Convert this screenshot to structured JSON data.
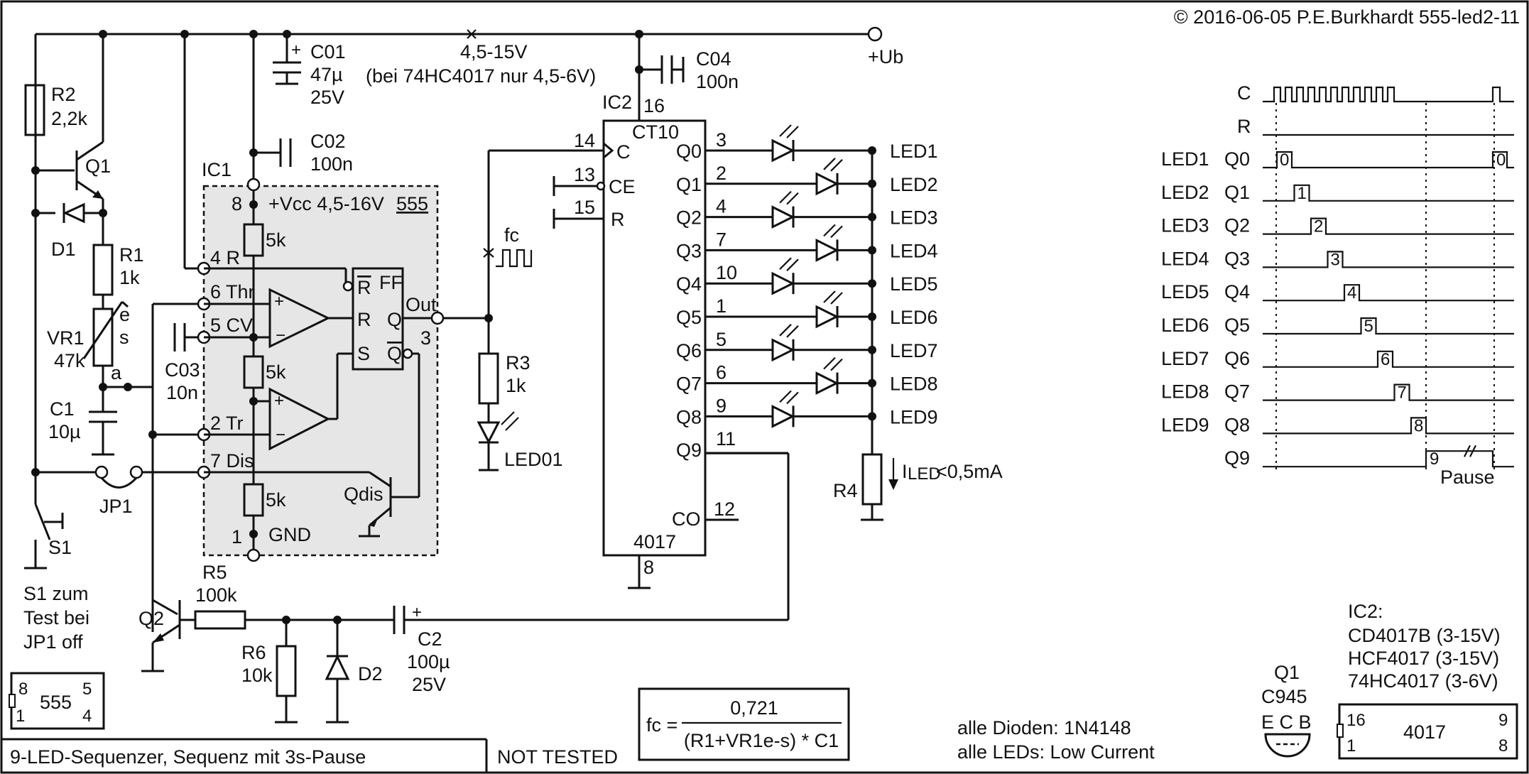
{
  "copyright": "© 2016-06-05 P.E.Burkhardt 555-led2-11",
  "supply": {
    "range": "4,5-15V",
    "note": "(bei 74HC4017 nur 4,5-6V)",
    "ub": "+Ub"
  },
  "c01": {
    "ref": "C01",
    "value": "47µ",
    "voltage": "25V"
  },
  "c02": {
    "ref": "C02",
    "value": "100n"
  },
  "c03": {
    "ref": "C03",
    "value": "10n"
  },
  "c04": {
    "ref": "C04",
    "value": "100n"
  },
  "c1": {
    "ref": "C1",
    "value": "10µ"
  },
  "c2": {
    "ref": "C2",
    "value": "100µ",
    "voltage": "25V"
  },
  "r1": {
    "ref": "R1",
    "value": "1k"
  },
  "r2": {
    "ref": "R2",
    "value": "2,2k"
  },
  "r3": {
    "ref": "R3",
    "value": "1k"
  },
  "r4": {
    "ref": "R4",
    "current": "I",
    "current_sub": "LED",
    "current_val": "<0,5mA"
  },
  "r5": {
    "ref": "R5",
    "value": "100k"
  },
  "r6": {
    "ref": "R6",
    "value": "10k"
  },
  "vr1": {
    "ref": "VR1",
    "value": "47k",
    "e": "e",
    "s": "s",
    "a": "a"
  },
  "q1": {
    "ref": "Q1"
  },
  "q2": {
    "ref": "Q2"
  },
  "d1": {
    "ref": "D1"
  },
  "d2": {
    "ref": "D2"
  },
  "jp1": {
    "ref": "JP1"
  },
  "s1": {
    "ref": "S1",
    "note": [
      "S1 zum",
      "Test bei",
      "JP1 off"
    ]
  },
  "led01": {
    "ref": "LED01"
  },
  "fc": "fc",
  "ic1": {
    "ref": "IC1",
    "type": "555",
    "vcc": "+Vcc  4,5-16V",
    "gnd": "GND",
    "pins": {
      "p8": "8",
      "p4": "4 R",
      "p6": "6 Thr",
      "p5": "5 CV",
      "p2": "2 Tr",
      "p7": "7 Dis",
      "p1": "1",
      "p3": "3"
    },
    "r_int": "5k",
    "ff": "FF",
    "ff_r": "R",
    "ff_q": "Q",
    "ff_s": "S",
    "out": "Out",
    "qdis": "Qdis"
  },
  "ic2": {
    "ref": "IC2",
    "type": "CT10",
    "part": "4017",
    "pin16": "16",
    "pin14": "14",
    "pin13": "13",
    "pin15": "15",
    "pin8": "8",
    "in_c": "C",
    "in_ce": "CE",
    "in_r": "R",
    "outputs": [
      {
        "q": "Q0",
        "pin": "3"
      },
      {
        "q": "Q1",
        "pin": "2"
      },
      {
        "q": "Q2",
        "pin": "4"
      },
      {
        "q": "Q3",
        "pin": "7"
      },
      {
        "q": "Q4",
        "pin": "10"
      },
      {
        "q": "Q5",
        "pin": "1"
      },
      {
        "q": "Q6",
        "pin": "5"
      },
      {
        "q": "Q7",
        "pin": "6"
      },
      {
        "q": "Q8",
        "pin": "9"
      },
      {
        "q": "Q9",
        "pin": "11"
      }
    ],
    "co": "CO",
    "co_pin": "12"
  },
  "leds": [
    "LED1",
    "LED2",
    "LED3",
    "LED4",
    "LED5",
    "LED6",
    "LED7",
    "LED8",
    "LED9"
  ],
  "timing": {
    "clock": "C",
    "reset": "R",
    "rows": [
      {
        "led": "LED1",
        "q": "Q0",
        "n": "0"
      },
      {
        "led": "LED2",
        "q": "Q1",
        "n": "1"
      },
      {
        "led": "LED3",
        "q": "Q2",
        "n": "2"
      },
      {
        "led": "LED4",
        "q": "Q3",
        "n": "3"
      },
      {
        "led": "LED5",
        "q": "Q4",
        "n": "4"
      },
      {
        "led": "LED6",
        "q": "Q5",
        "n": "5"
      },
      {
        "led": "LED7",
        "q": "Q6",
        "n": "6"
      },
      {
        "led": "LED8",
        "q": "Q7",
        "n": "7"
      },
      {
        "led": "LED9",
        "q": "Q8",
        "n": "8"
      },
      {
        "led": "",
        "q": "Q9",
        "n": "9"
      }
    ],
    "pause": "Pause"
  },
  "formula": {
    "lhs": "fc =",
    "num": "0,721",
    "den": "(R1+VR1e-s) * C1"
  },
  "notes": {
    "diodes": "alle Dioden: 1N4148",
    "leds": "alle LEDs: Low Current"
  },
  "ic2_variants": {
    "title": "IC2:",
    "lines": [
      "CD4017B (3-15V)",
      "HCF4017 (3-15V)",
      "74HC4017 (3-6V)"
    ]
  },
  "pkg_555": {
    "tl": "8",
    "tr": "5",
    "bl": "1",
    "br": "4",
    "name": "555"
  },
  "pkg_4017": {
    "tl": "16",
    "tr": "9",
    "bl": "1",
    "br": "8",
    "name": "4017"
  },
  "pkg_q1": {
    "ref": "Q1",
    "part": "C945",
    "pins": "E C B"
  },
  "footer": {
    "title": "9-LED-Sequenzer, Sequenz mit 3s-Pause",
    "status": "NOT TESTED"
  }
}
